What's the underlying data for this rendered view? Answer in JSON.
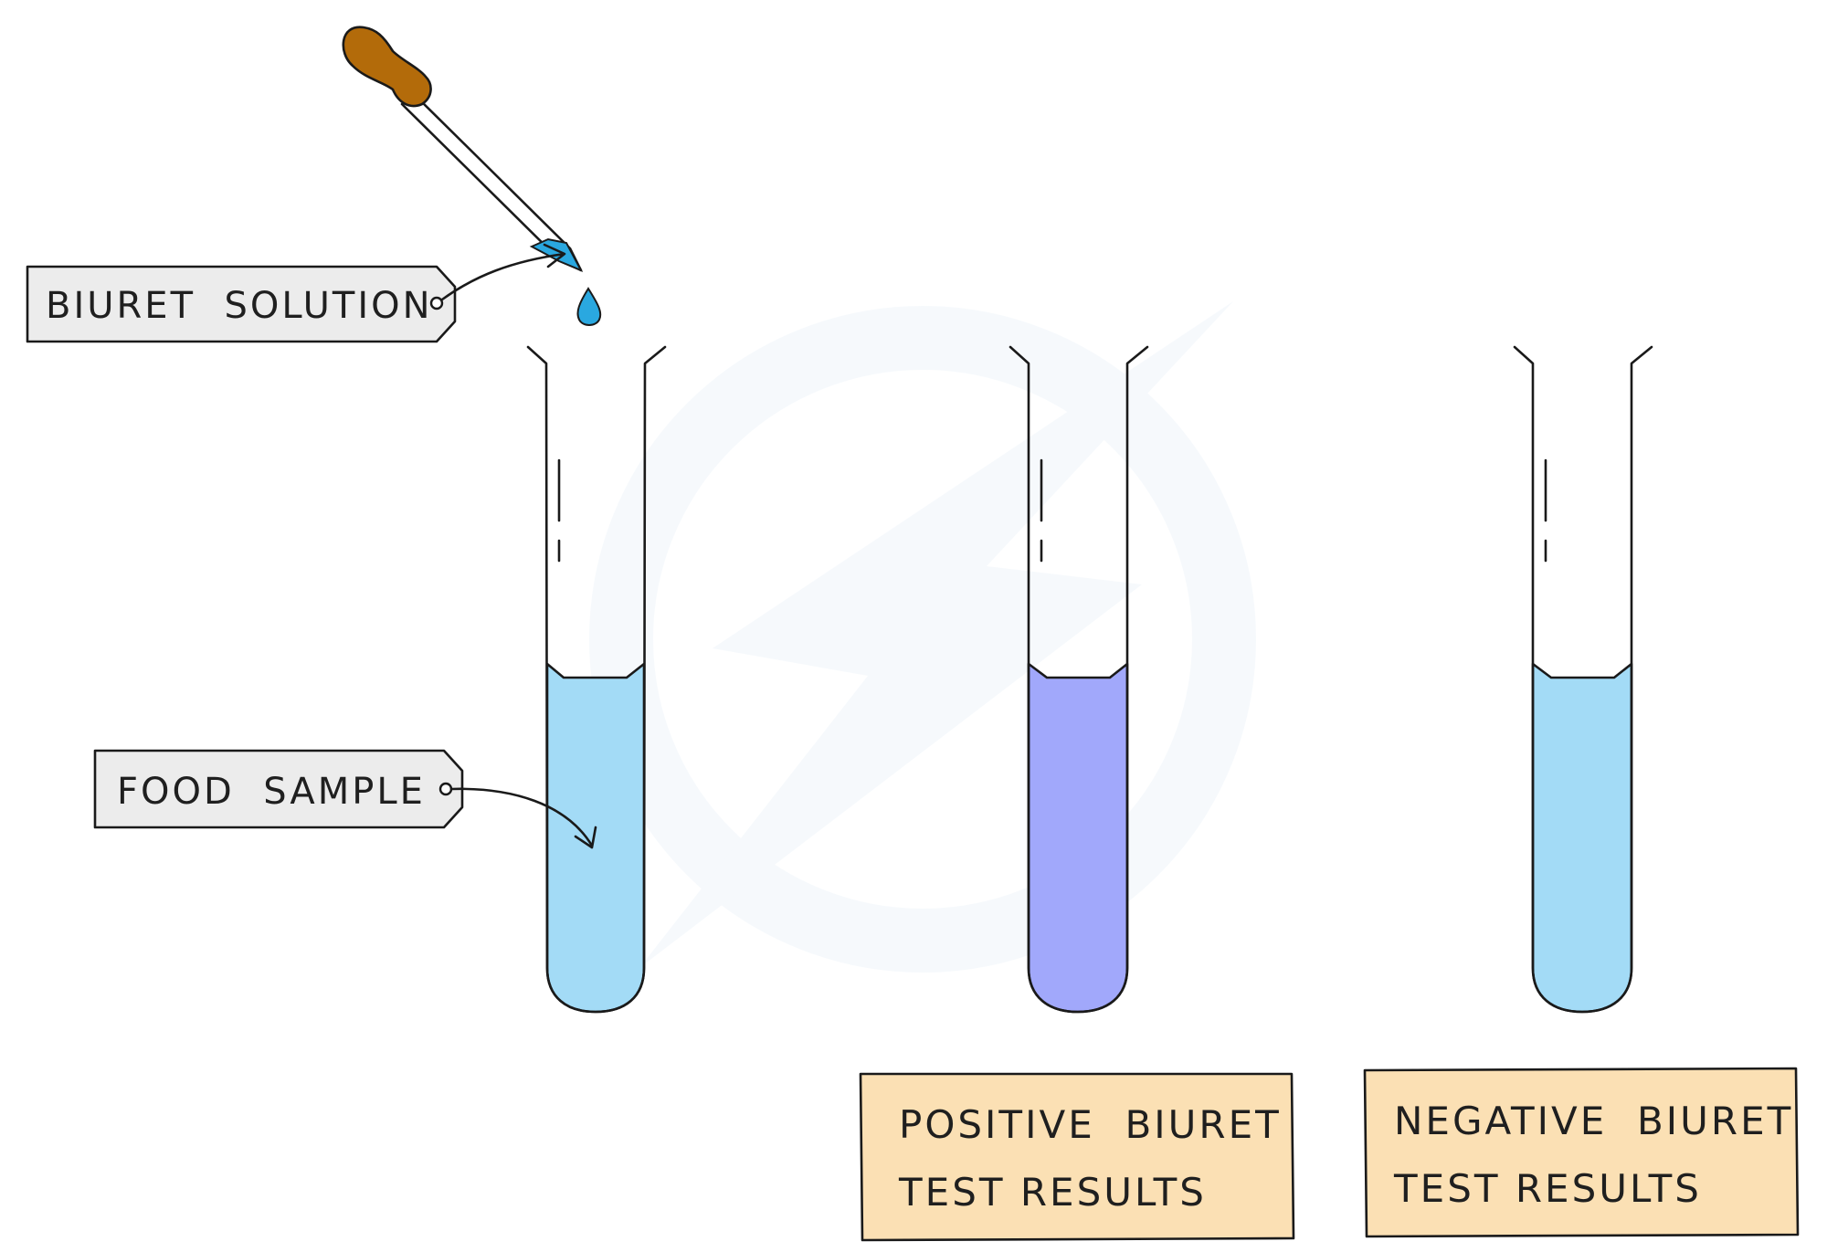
{
  "labels": {
    "biuret_solution": "BIURET  SOLUTION",
    "food_sample": "FOOD  SAMPLE"
  },
  "results": {
    "positive": {
      "line1": "POSITIVE  BIURET",
      "line2": "TEST RESULTS"
    },
    "negative": {
      "line1": "NEGATIVE  BIURET",
      "line2": "TEST RESULTS"
    }
  },
  "colors": {
    "sample_blue": "#a3dbf6",
    "positive_purple": "#a1a8fb",
    "negative_blue": "#a3dbf6",
    "biuret_drop": "#2aa8e0",
    "dropper_bulb": "#b36b0a",
    "tag_fill": "#ececec",
    "result_fill": "#fbe0b4"
  }
}
